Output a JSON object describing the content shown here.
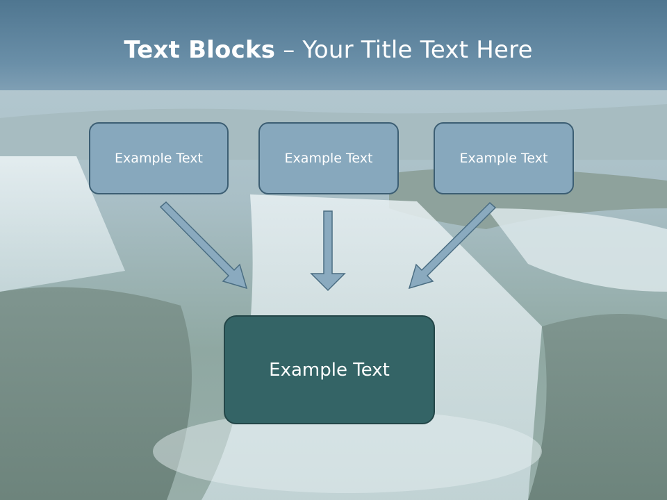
{
  "slide": {
    "title_bold": "Text Blocks",
    "title_rest": " – Your Title Text Here",
    "boxes": [
      {
        "label": "Example Text"
      },
      {
        "label": "Example Text"
      },
      {
        "label": "Example Text"
      }
    ],
    "main_box": {
      "label": "Example Text"
    }
  },
  "colors": {
    "title_band": "#5f84a0",
    "box_fill": "#87a8bd",
    "box_border": "#3c5e73",
    "main_box_fill": "#346466",
    "arrow_fill": "#8aaabf"
  },
  "background": {
    "icon": "waterfall-photo"
  }
}
